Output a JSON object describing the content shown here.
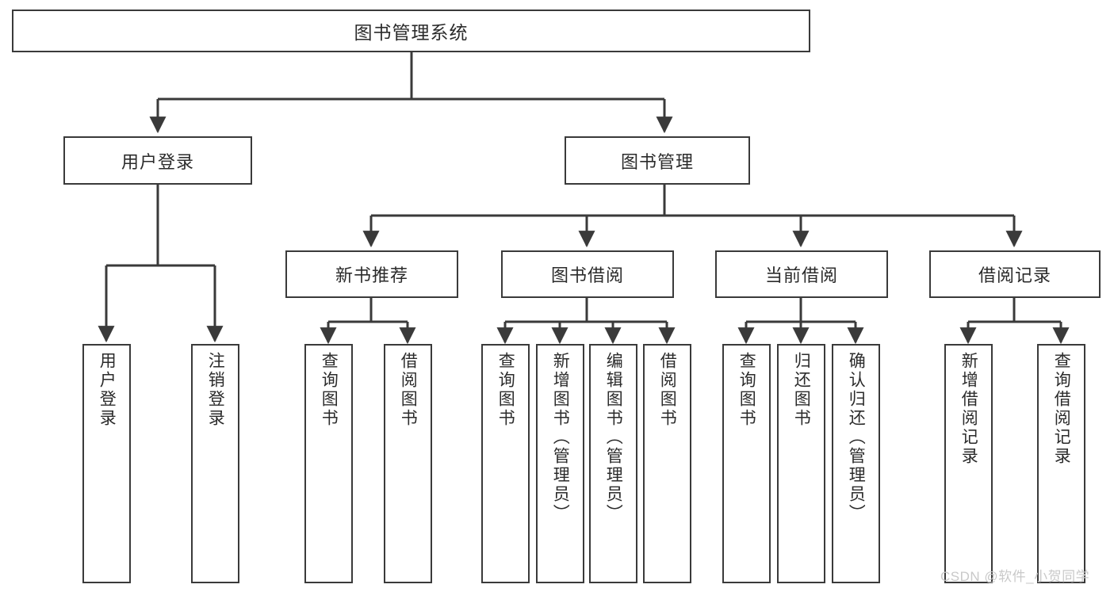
{
  "diagram": {
    "kind": "tree-hierarchy-chart",
    "title": "图书管理系统",
    "line_color": "#3a3a3a",
    "box_fill": "#ffffff",
    "text_color": "#2b2b2b",
    "watermark": "CSDN @软件_小贺同学",
    "watermark_color": "#c9c9c9"
  },
  "nodes": {
    "root": {
      "label": "图书管理系统"
    },
    "level1": [
      {
        "id": "user-login",
        "label": "用户登录"
      },
      {
        "id": "book-management",
        "label": "图书管理"
      }
    ],
    "level2": [
      {
        "id": "new-book-recommend",
        "label": "新书推荐"
      },
      {
        "id": "book-borrow",
        "label": "图书借阅"
      },
      {
        "id": "current-borrow",
        "label": "当前借阅"
      },
      {
        "id": "borrow-record",
        "label": "借阅记录"
      }
    ],
    "leaves": {
      "user_login": [
        {
          "id": "leaf-user-login",
          "label": "用户登录"
        },
        {
          "id": "leaf-logout-login",
          "label": "注销登录"
        }
      ],
      "new_book_recommend": [
        {
          "id": "leaf-query-book-1",
          "label": "查询图书"
        },
        {
          "id": "leaf-borrow-book-1",
          "label": "借阅图书"
        }
      ],
      "book_borrow": [
        {
          "id": "leaf-query-book-2",
          "label": "查询图书"
        },
        {
          "id": "leaf-add-book",
          "label": "新增图书（管理员）"
        },
        {
          "id": "leaf-edit-book",
          "label": "编辑图书（管理员）"
        },
        {
          "id": "leaf-borrow-book-2",
          "label": "借阅图书"
        }
      ],
      "current_borrow": [
        {
          "id": "leaf-query-book-3",
          "label": "查询图书"
        },
        {
          "id": "leaf-return-book",
          "label": "归还图书"
        },
        {
          "id": "leaf-confirm-return",
          "label": "确认归还（管理员）"
        }
      ],
      "borrow_record": [
        {
          "id": "leaf-add-borrow-record",
          "label": "新增借阅记录"
        },
        {
          "id": "leaf-query-borrow-record",
          "label": "查询借阅记录"
        }
      ]
    }
  }
}
